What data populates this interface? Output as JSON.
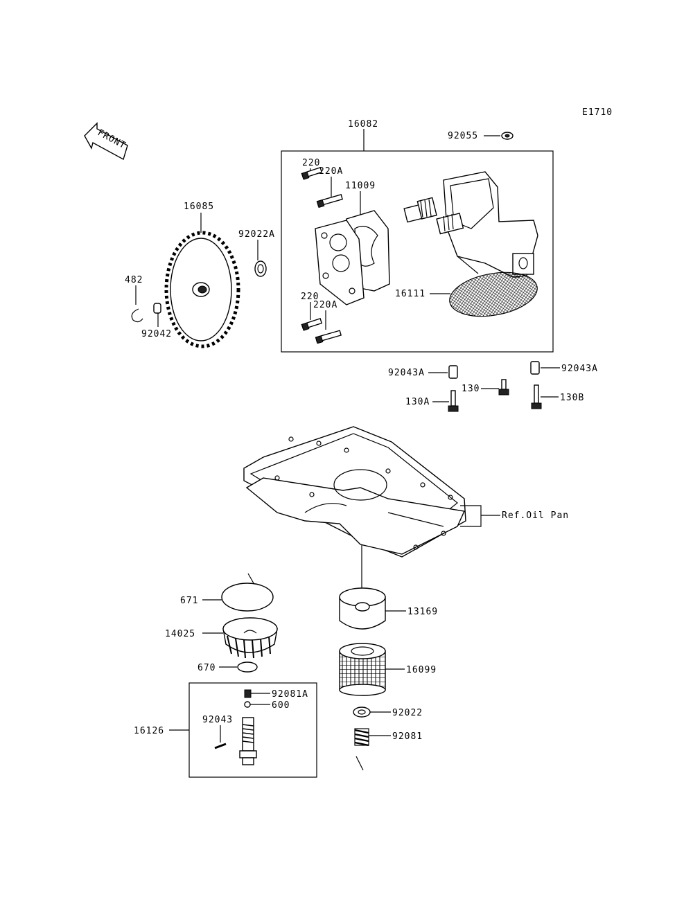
{
  "diagram_code": "E1710",
  "front_label": "FRONT",
  "labels": {
    "p16082": "16082",
    "p92055": "92055",
    "p220_top": "220",
    "p220A_top": "220A",
    "p11009": "11009",
    "p16085": "16085",
    "p92022A": "92022A",
    "p482": "482",
    "p92042": "92042",
    "p220_bot": "220",
    "p220A_bot": "220A",
    "p16111": "16111",
    "p92043A_left": "92043A",
    "p92043A_right": "92043A",
    "p130": "130",
    "p130A": "130A",
    "p130B": "130B",
    "ref_oil_pan": "Ref.Oil Pan",
    "p671": "671",
    "p14025": "14025",
    "p670": "670",
    "p13169": "13169",
    "p16099": "16099",
    "p92081A": "92081A",
    "p600": "600",
    "p16126": "16126",
    "p92043": "92043",
    "p92022": "92022",
    "p92081": "92081"
  }
}
